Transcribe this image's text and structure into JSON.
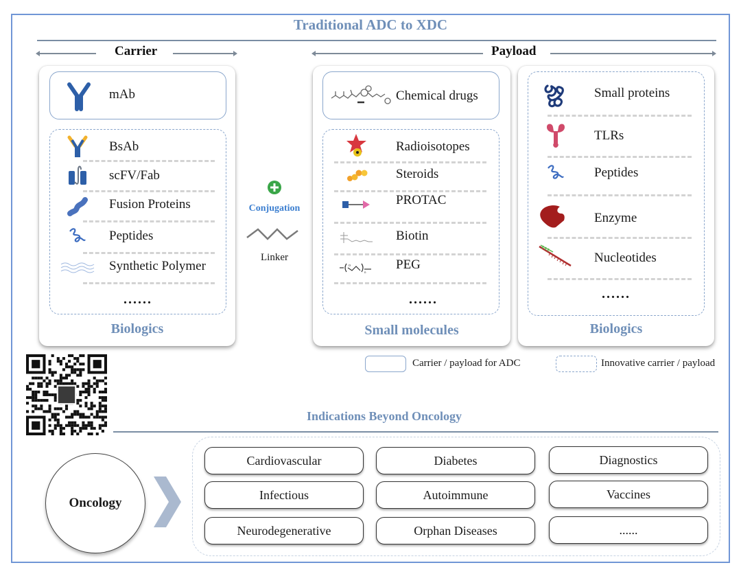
{
  "title": "Traditional ADC to XDC",
  "sections": {
    "carrier_label": "Carrier",
    "payload_label": "Payload"
  },
  "carrier": {
    "traditional": {
      "label": "mAb",
      "icon": "antibody-icon"
    },
    "innovative": [
      {
        "label": "BsAb",
        "icon": "bispecific-antibody-icon"
      },
      {
        "label": "scFV/Fab",
        "icon": "antibody-fragment-icon"
      },
      {
        "label": "Fusion Proteins",
        "icon": "fusion-protein-icon"
      },
      {
        "label": "Peptides",
        "icon": "peptide-icon"
      },
      {
        "label": "Synthetic Polymer",
        "icon": "polymer-icon"
      }
    ],
    "more": "......",
    "category": "Biologics"
  },
  "linker": {
    "plus_icon": "plus-circle-icon",
    "conjugation": "Conjugation",
    "linker_label": "Linker"
  },
  "payload_small": {
    "traditional": {
      "label": "Chemical drugs",
      "icon": "chemical-structure-icon"
    },
    "innovative": [
      {
        "label": "Radioisotopes",
        "icon": "radioactive-star-icon"
      },
      {
        "label": "Steroids",
        "icon": "steroid-icon"
      },
      {
        "label": "PROTAC",
        "icon": "protac-arrow-icon"
      },
      {
        "label": "Biotin",
        "icon": "biotin-structure-icon"
      },
      {
        "label": "PEG",
        "icon": "peg-structure-icon"
      }
    ],
    "more": "......",
    "category": "Small molecules"
  },
  "payload_bio": {
    "innovative": [
      {
        "label": "Small proteins",
        "icon": "protein-coil-icon"
      },
      {
        "label": "TLRs",
        "icon": "tlr-receptor-icon"
      },
      {
        "label": "Peptides",
        "icon": "peptide-icon"
      },
      {
        "label": "Enzyme",
        "icon": "enzyme-icon"
      },
      {
        "label": "Nucleotides",
        "icon": "nucleotide-strand-icon"
      }
    ],
    "more": "......",
    "category": "Biologics"
  },
  "legend": {
    "solid": "Carrier / payload for ADC",
    "dashed": "Innovative carrier / payload"
  },
  "indications": {
    "title": "Indications Beyond Oncology",
    "origin": "Oncology",
    "items": [
      "Cardiovascular",
      "Diabetes",
      "Diagnostics",
      "Infectious",
      "Autoimmune",
      "Vaccines",
      "Neurodegenerative",
      "Orphan Diseases",
      "......"
    ]
  },
  "colors": {
    "accent": "#6f8fb8",
    "frame": "#7096d6",
    "conjugation": "#3c7fd0",
    "plus": "#3aa648"
  }
}
